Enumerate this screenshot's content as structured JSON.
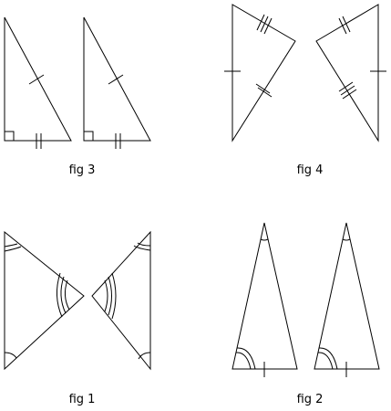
{
  "figures": [
    {
      "id": "fig3",
      "caption": "fig 3"
    },
    {
      "id": "fig4",
      "caption": "fig 4"
    },
    {
      "id": "fig1",
      "caption": "fig 1"
    },
    {
      "id": "fig2",
      "caption": "fig 2"
    }
  ],
  "colors": {
    "stroke": "#000000",
    "background": "#ffffff"
  }
}
